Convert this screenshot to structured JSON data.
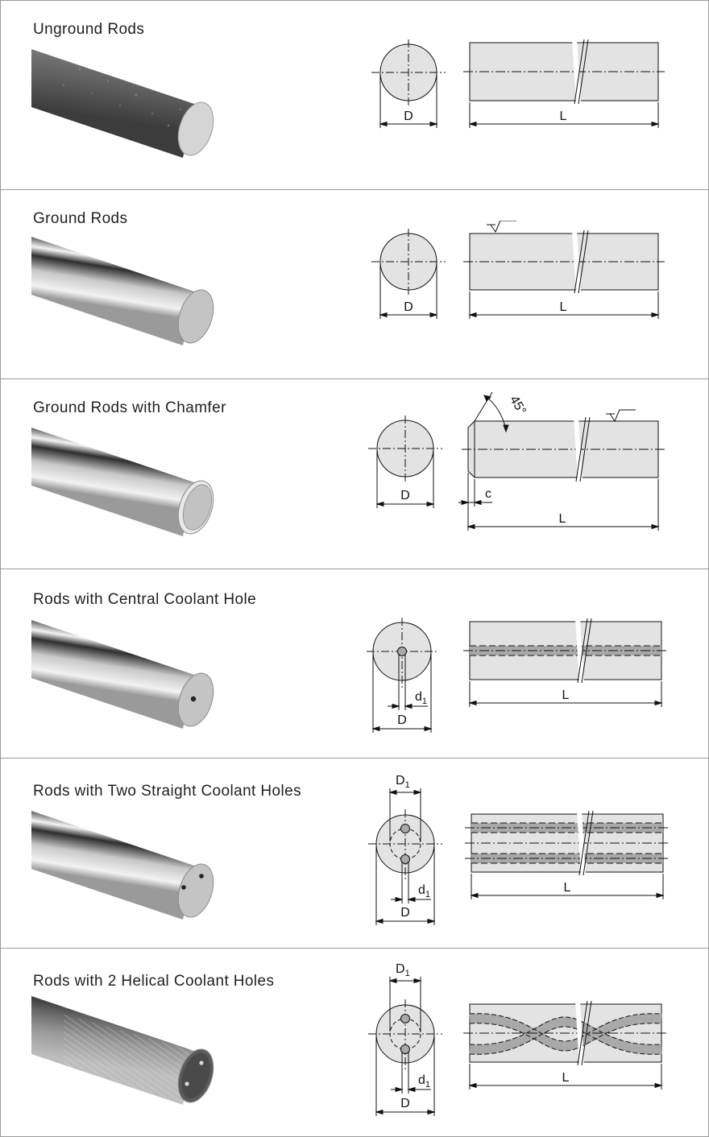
{
  "rows": [
    {
      "title": "Unground Rods"
    },
    {
      "title": "Ground Rods"
    },
    {
      "title": "Ground Rods with Chamfer"
    },
    {
      "title": "Rods with Central Coolant Hole"
    },
    {
      "title": "Rods with Two Straight Coolant Holes"
    },
    {
      "title": "Rods with 2 Helical Coolant Holes"
    }
  ],
  "labels": {
    "D": "D",
    "L": "L",
    "c": "c",
    "angle": "45°",
    "d": "d",
    "D1": "D",
    "sub1": "1"
  },
  "colors": {
    "drawing_fill": "#e3e3e3",
    "line": "#111111",
    "coolant_band": "#a9a9a9",
    "border": "#9a9a9a"
  }
}
